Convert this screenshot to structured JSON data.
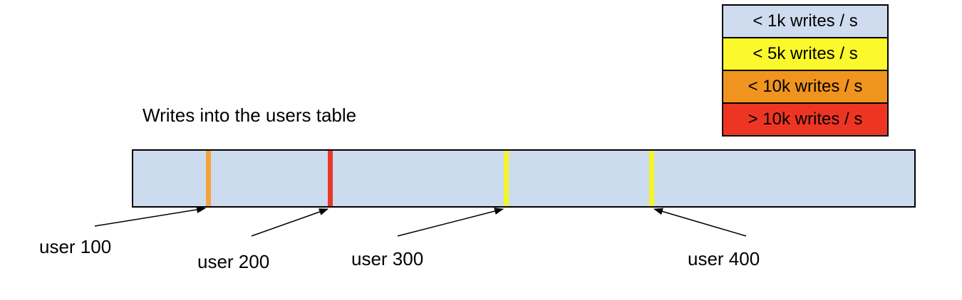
{
  "title": "Writes into the users table",
  "legend": {
    "items": [
      {
        "label": "< 1k writes / s",
        "color": "#CFDCEF"
      },
      {
        "label": "< 5k writes / s",
        "color": "#FBF82C"
      },
      {
        "label": "< 10k writes / s",
        "color": "#F0941F"
      },
      {
        "label": "> 10k writes / s",
        "color": "#EE3524"
      }
    ]
  },
  "bar": {
    "fill": "#CDDBEE",
    "border_color": "#000000"
  },
  "users": [
    {
      "label": "user 100",
      "rate": "< 10k writes / s",
      "color": "#F2A43C",
      "position_fraction": 0.0958
    },
    {
      "label": "user 200",
      "rate": "> 10k writes / s",
      "color": "#E8392B",
      "position_fraction": 0.2518
    },
    {
      "label": "user 300",
      "rate": "< 5k writes / s",
      "color": "#F5F52B",
      "position_fraction": 0.4772
    },
    {
      "label": "user 400",
      "rate": "< 5k writes / s",
      "color": "#F5F52B",
      "position_fraction": 0.6633
    }
  ]
}
